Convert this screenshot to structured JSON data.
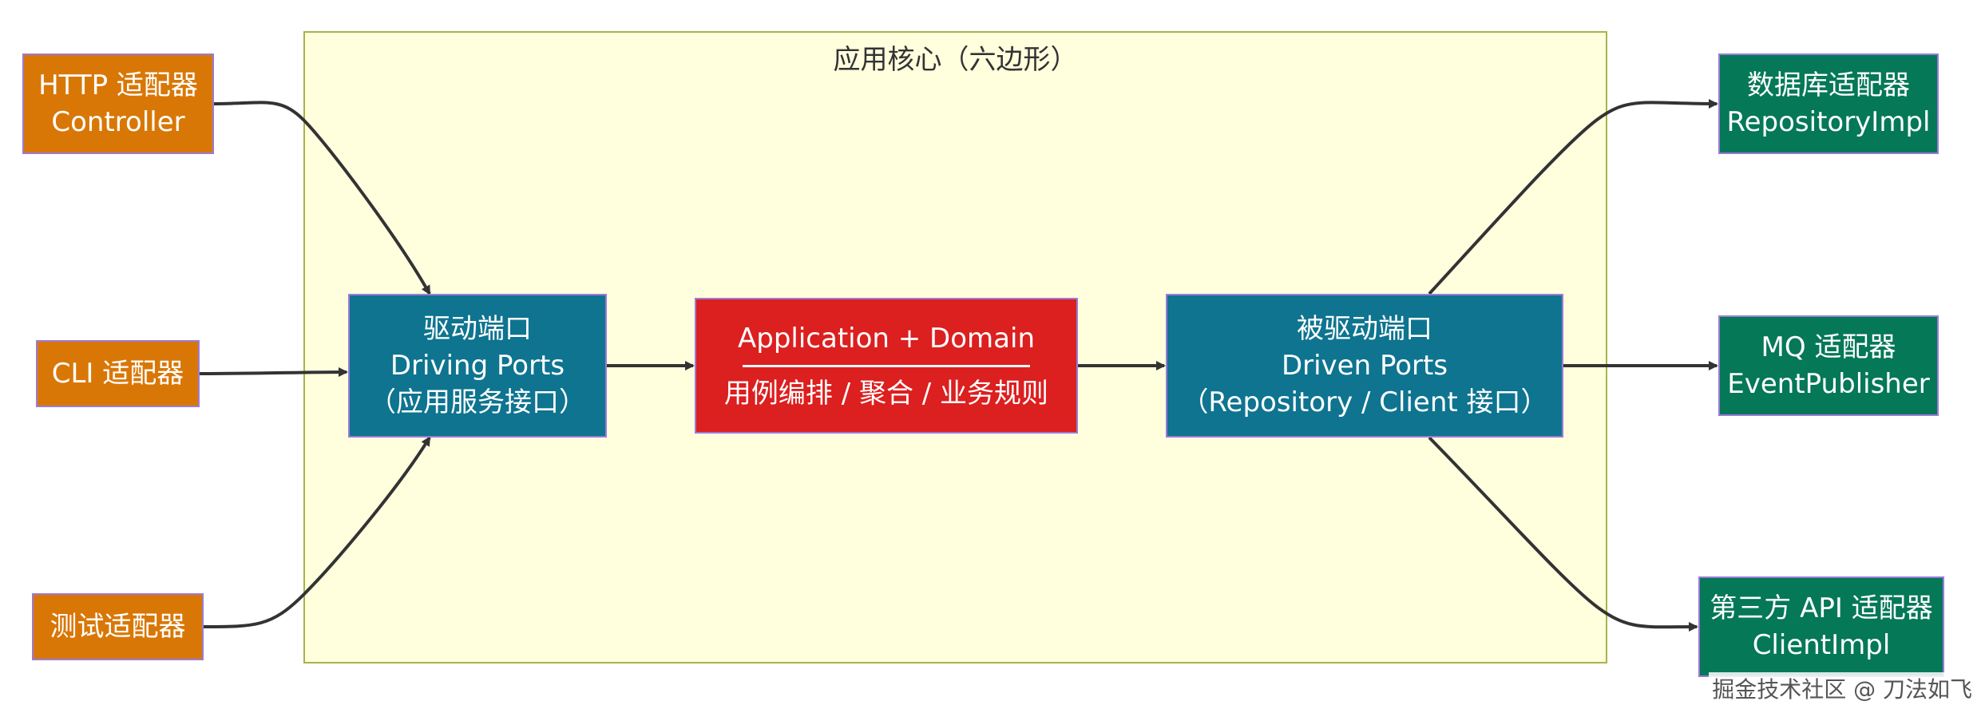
{
  "core": {
    "title": "应用核心（六边形）"
  },
  "nodes": {
    "http": {
      "line1": "HTTP 适配器",
      "line2": "Controller"
    },
    "cli": {
      "line1": "CLI 适配器"
    },
    "test": {
      "line1": "测试适配器"
    },
    "driving": {
      "line1": "驱动端口",
      "line2": "Driving Ports",
      "line3": "（应用服务接口）"
    },
    "app": {
      "line1": "Application + Domain",
      "line2": "用例编排 / 聚合 / 业务规则"
    },
    "driven": {
      "line1": "被驱动端口",
      "line2": "Driven Ports",
      "line3": "（Repository / Client 接口）"
    },
    "db": {
      "line1": "数据库适配器",
      "line2": "RepositoryImpl"
    },
    "mq": {
      "line1": "MQ 适配器",
      "line2": "EventPublisher"
    },
    "api": {
      "line1": "第三方 API 适配器",
      "line2": "ClientImpl"
    }
  },
  "watermark": "掘金技术社区 @ 刀法如飞",
  "colors": {
    "adapter_in": "#d97706",
    "port": "#0e7490",
    "core_logic": "#dc1f1f",
    "adapter_out": "#047857",
    "core_fill": "#ffffde"
  }
}
